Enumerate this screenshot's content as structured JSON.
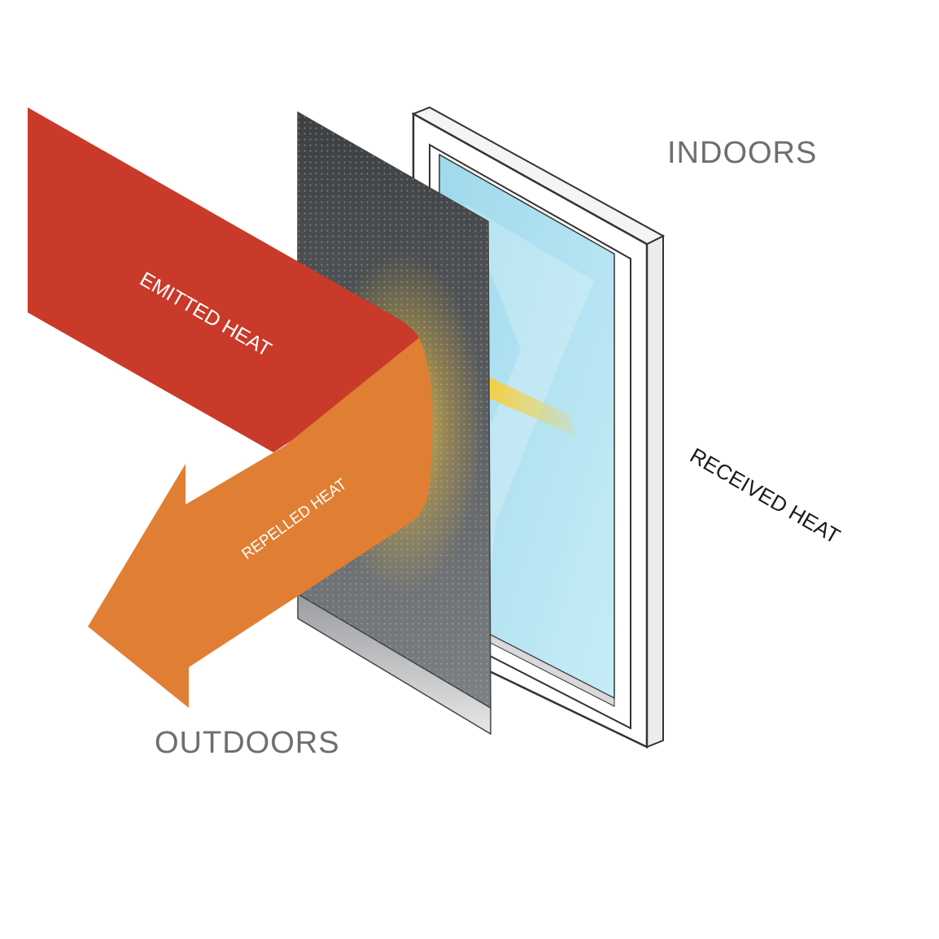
{
  "labels": {
    "indoors": "INDOORS",
    "outdoors": "OUTDOORS",
    "emitted_heat": "EMITTED HEAT",
    "repelled_heat": "REPELLED HEAT",
    "received_heat": "RECEIVED HEAT"
  },
  "colors": {
    "emitted_arrow": "#c93a2a",
    "repelled_arrow": "#e07f33",
    "film": "#5a5d60",
    "glass": "#a9dff0",
    "frame": "#ffffff",
    "received_ray": "#f6cf3c",
    "label_gray": "#6d6e71"
  }
}
